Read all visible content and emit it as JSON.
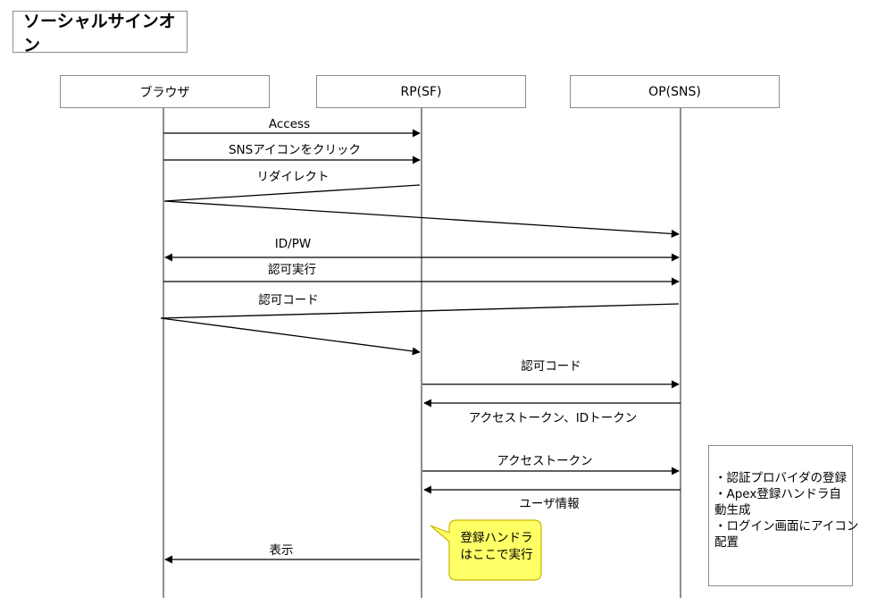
{
  "title": "ソーシャルサインオン",
  "actors": [
    {
      "label": "ブラウザ"
    },
    {
      "label": "RP(SF)"
    },
    {
      "label": "OP(SNS)"
    }
  ],
  "messages": [
    {
      "label": "Access"
    },
    {
      "label": "SNSアイコンをクリック"
    },
    {
      "label": "リダイレクト"
    },
    {
      "label": "ID/PW"
    },
    {
      "label": "認可実行"
    },
    {
      "label": "認可コード"
    },
    {
      "label": "認可コード"
    },
    {
      "label": "アクセストークン、IDトークン"
    },
    {
      "label": "アクセストークン"
    },
    {
      "label": "ユーザ情報"
    },
    {
      "label": "表示"
    }
  ],
  "callout": {
    "lines": [
      "登録ハンドラ",
      "はここで実行"
    ],
    "fill": "#ffff66",
    "stroke": "#c9b800"
  },
  "note": {
    "lines": [
      "・認証プロバイダの登録",
      "・Apex登録ハンドラ自",
      "動生成",
      "・ログイン画面にアイコン",
      "配置"
    ]
  }
}
